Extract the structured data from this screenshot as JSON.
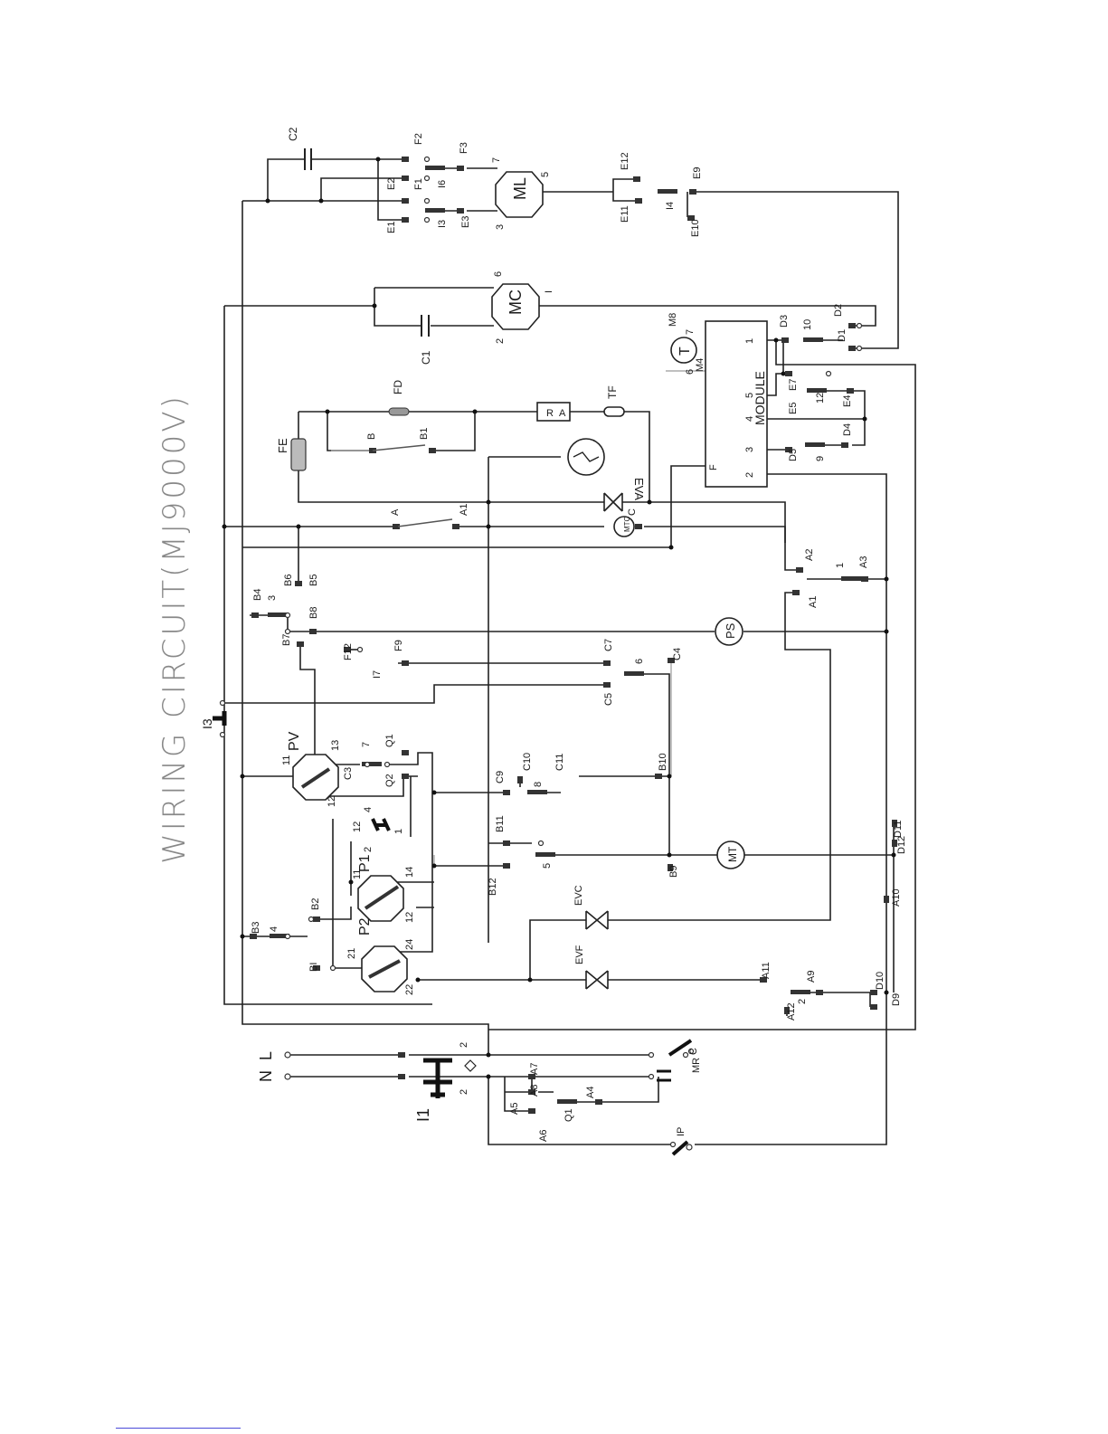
{
  "title": "WIRING CIRCUIT(MJ9000V)",
  "components": {
    "ML": "ML",
    "MC": "MC",
    "MT": "MT",
    "PS": "PS",
    "PV": "PV",
    "P1": "P1",
    "P2": "P2",
    "MODULE": "MODULE",
    "EVA": "EVA",
    "EVC": "EVC",
    "EVF": "EVF",
    "FE": "FE",
    "FD": "FD",
    "TF": "TF",
    "RA_R": "R",
    "RA_A": "A",
    "C1": "C1",
    "C2": "C2",
    "I1": "I1",
    "I3": "I3",
    "IP": "IP",
    "MR": "MR",
    "N": "N",
    "L": "L",
    "MTC": "MTC",
    "TIMER": "T",
    "TIMER_M8": "M8",
    "TIMER_M4": "M4"
  },
  "labels": {
    "F2": "F2",
    "F3": "F3",
    "F1": "F1",
    "I6": "I6",
    "E2": "E2",
    "E1": "E1",
    "I3b": "I3",
    "E3": "E3",
    "ml7": "7",
    "ml5": "5",
    "ml3": "3",
    "E12": "E12",
    "E11": "E11",
    "I4": "I4",
    "E9": "E9",
    "E10": "E10",
    "mc6": "6",
    "mc2": "2",
    "mcI": "I",
    "M8": "M8",
    "m7": "7",
    "m6": "6",
    "D3": "D3",
    "D2": "D2",
    "n10": "10",
    "D1": "D1",
    "E7": "E7",
    "E5": "E5",
    "n12": "12",
    "E4": "E4",
    "D4": "D4",
    "D5": "D5",
    "n9": "9",
    "mod1": "1",
    "mod5": "5",
    "mod4": "4",
    "mod3": "3",
    "mod2": "2",
    "modF": "F",
    "B": "B",
    "B1a": "B1",
    "A": "A",
    "A1": "A1",
    "C": "C",
    "B6": "B6",
    "B5": "B5",
    "B4": "B4",
    "n3": "3",
    "B8": "B8",
    "B7": "B7",
    "F12": "F12",
    "I7": "I7",
    "F9": "F9",
    "C7": "C7",
    "n6": "6",
    "C4": "C4",
    "C5": "C5",
    "A2": "A2",
    "A3": "A3",
    "n1": "1",
    "A1b": "A1",
    "pv11": "11",
    "pv13": "13",
    "pv12": "12",
    "C3": "C3",
    "n7": "7",
    "Q1": "Q1",
    "Q2": "Q2",
    "n4": "4",
    "n1b": "1",
    "n12b": "12",
    "C9": "C9",
    "C10": "C10",
    "n8": "8",
    "C11": "C11",
    "B10": "B10",
    "B11": "B11",
    "n2": "2",
    "p1_11": "11",
    "p1_14": "14",
    "B2": "B2",
    "B12": "B12",
    "n5": "5",
    "B9": "B9",
    "D11": "D11",
    "D12": "D12",
    "A10": "A10",
    "B3": "B3",
    "n4b": "4",
    "p2_21": "21",
    "p2_24": "24",
    "p2_12": "12",
    "p2_22": "22",
    "BI": "BI",
    "A11": "A11",
    "A9": "A9",
    "D10": "D10",
    "D9": "D9",
    "A12": "A12",
    "n2b": "2",
    "i1_2a": "2",
    "i1_2b": "2",
    "A7": "A7",
    "A8": "A8",
    "A5": "A5",
    "A6": "A6",
    "Q1b": "Q1",
    "A4": "A4",
    "mrC": "C"
  }
}
